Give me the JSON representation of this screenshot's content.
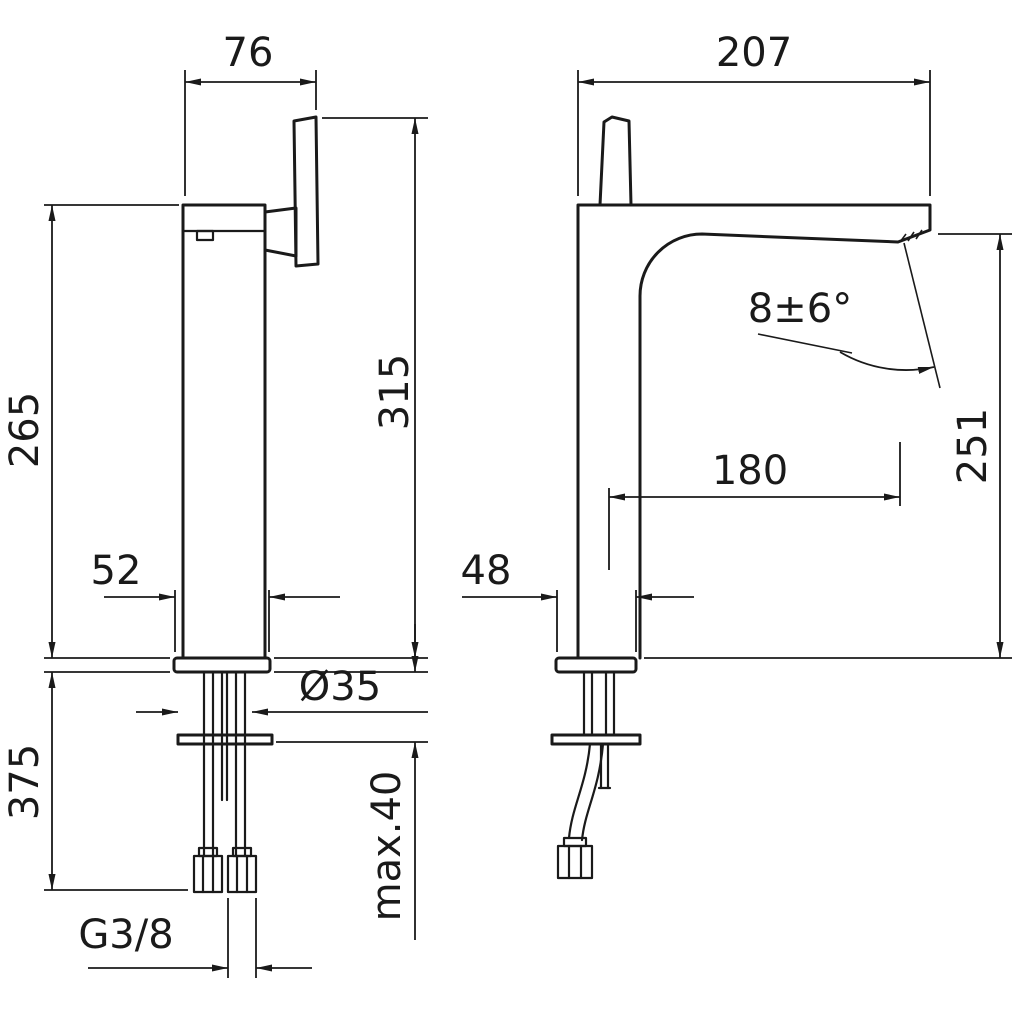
{
  "page": {
    "background": "#ffffff",
    "line_color": "#1a1a1a",
    "kind": "technical dimension drawing, tall single-lever basin mixer, front and side views"
  },
  "drawing": {
    "views": [
      {
        "id": "front",
        "name": "front-view"
      },
      {
        "id": "side",
        "name": "side-view"
      }
    ],
    "labels": {
      "front_top_width": "76",
      "front_body_height": "265",
      "front_total_height": "315",
      "front_base_width": "52",
      "hole_diameter": "Ø35",
      "under_counter_length": "375",
      "max_counter_thickness": "max.40",
      "thread_size": "G3/8",
      "side_top_width": "207",
      "spray_angle": "8±6°",
      "spout_reach": "180",
      "spout_height": "251",
      "side_base_width": "48"
    }
  }
}
